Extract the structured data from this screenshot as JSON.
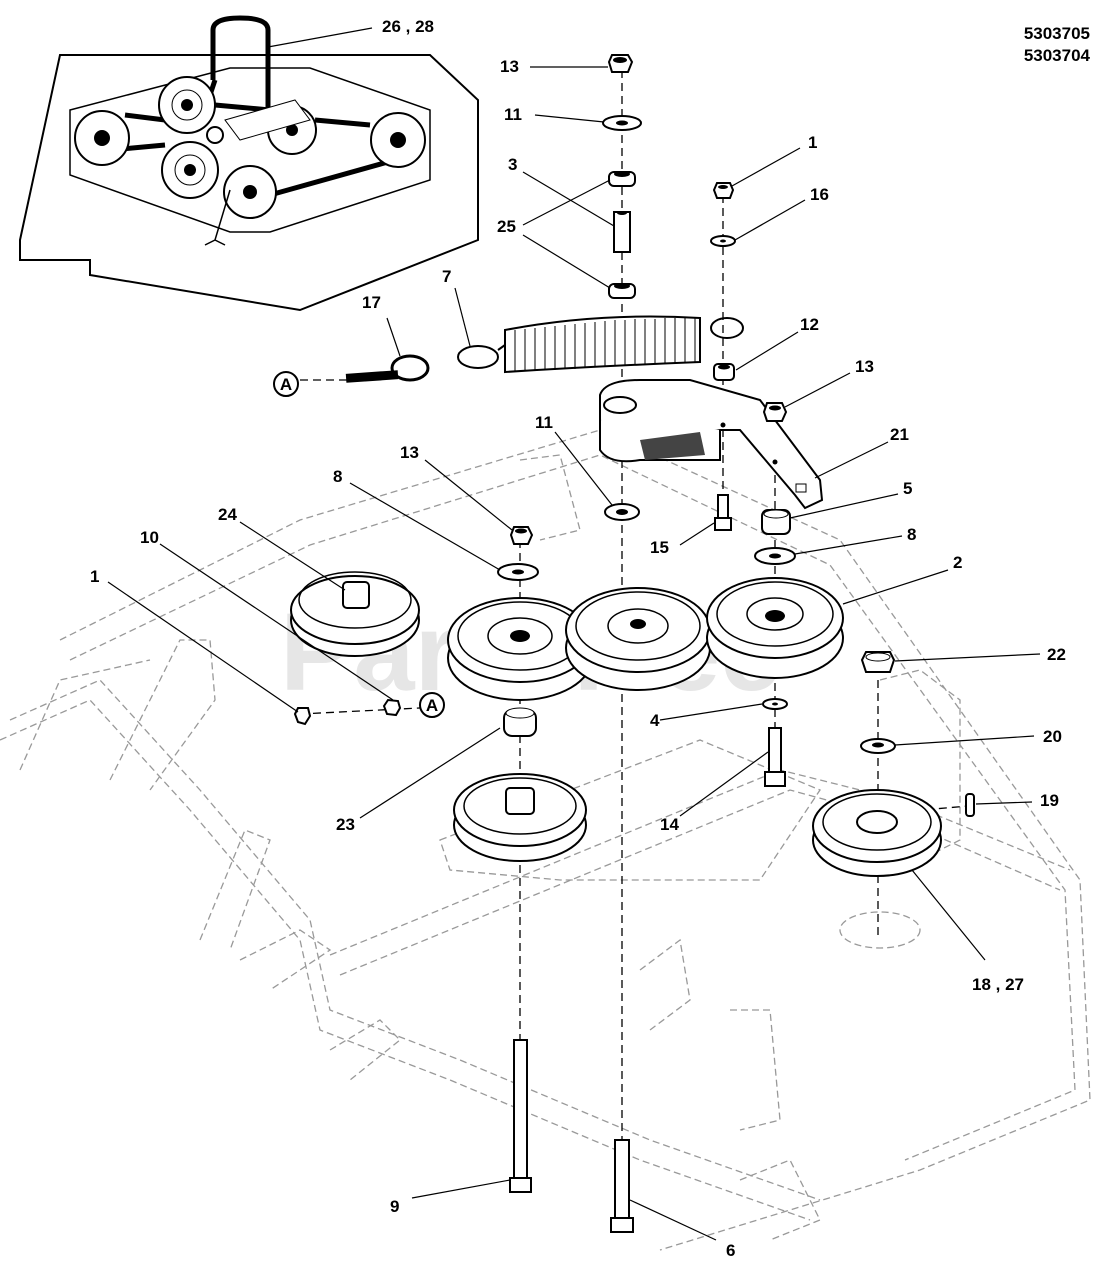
{
  "model_numbers": [
    "5303705",
    "5303704"
  ],
  "watermark": "PartsTree",
  "ref_marker": "A",
  "callouts": {
    "c26_28": "26 , 28",
    "c13a": "13",
    "c11a": "11",
    "c3": "3",
    "c25": "25",
    "c1a": "1",
    "c16": "16",
    "c7": "7",
    "c17": "17",
    "c12": "12",
    "c13b": "13",
    "c11b": "11",
    "c21": "21",
    "c13c": "13",
    "c8a": "8",
    "c24": "24",
    "c10": "10",
    "c1b": "1",
    "c15": "15",
    "c5": "5",
    "c8b": "8",
    "c2": "2",
    "c22": "22",
    "c4": "4",
    "c20": "20",
    "c23": "23",
    "c14": "14",
    "c19": "19",
    "c18_27": "18 , 27",
    "c9": "9",
    "c6": "6"
  }
}
